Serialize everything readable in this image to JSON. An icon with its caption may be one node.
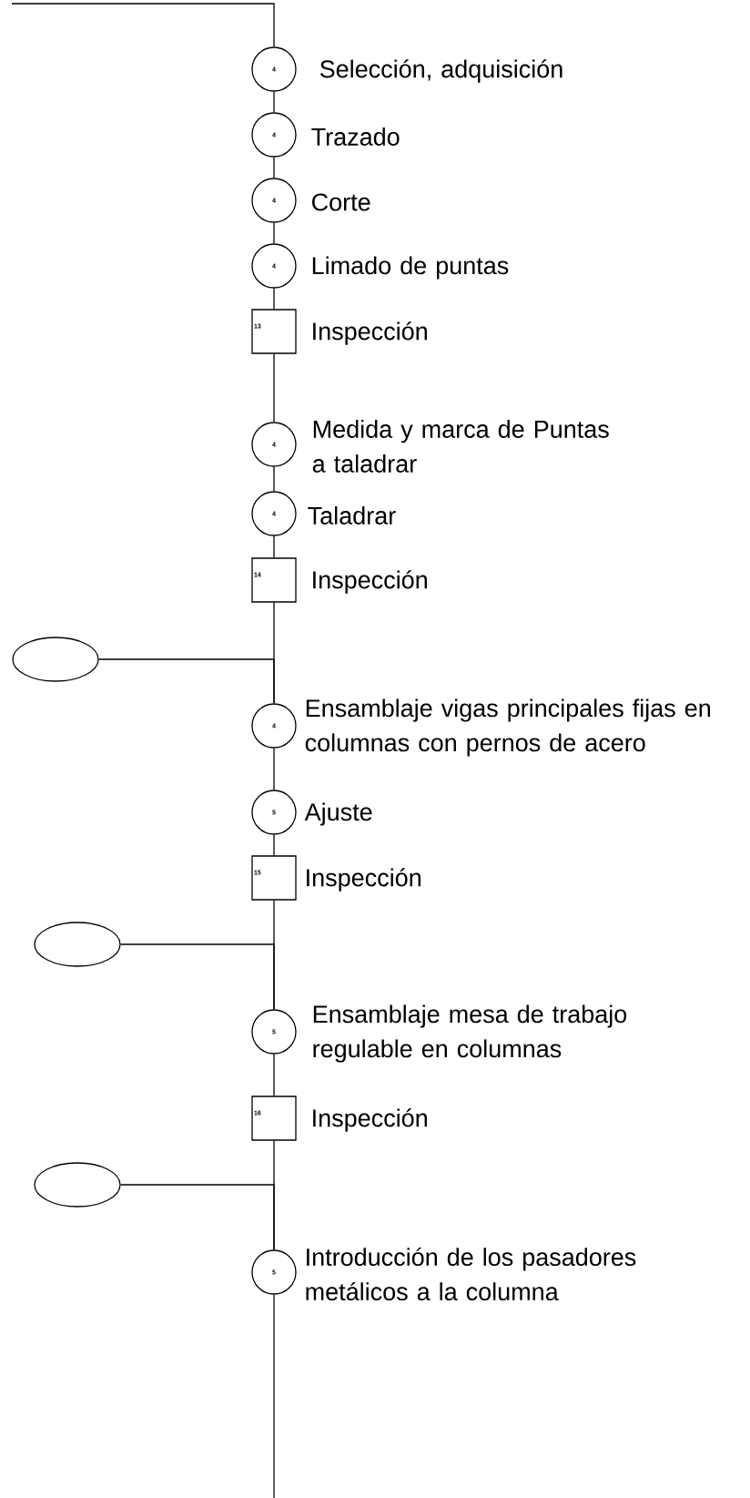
{
  "diagram": {
    "nodes": [
      {
        "text": [
          "4"
        ],
        "beside": [
          "Selección, adquisición"
        ]
      },
      {
        "text": [
          "4"
        ],
        "beside": [
          "Trazado"
        ]
      },
      {
        "text": [
          "4"
        ],
        "beside": [
          "Corte"
        ]
      },
      {
        "text": [
          "4"
        ],
        "beside": [
          "Limado de puntas"
        ]
      },
      {
        "text": [
          "13"
        ],
        "beside": [
          "Inspección"
        ]
      },
      {
        "text": [
          "4"
        ],
        "beside": [
          "Medida y marca de Puntas a taladrar"
        ]
      },
      {
        "text": [
          "4"
        ],
        "beside": [
          "Taladrar"
        ]
      },
      {
        "text": [
          "14"
        ],
        "beside": [
          "Inspección"
        ]
      },
      {
        "text": [],
        "shape": "ellipse"
      },
      {
        "text": [
          "4"
        ],
        "beside": [
          "Ensamblaje vigas principales fijas en columnas con pernos de acero"
        ]
      },
      {
        "text": [
          "5"
        ],
        "beside": [
          "Ajuste"
        ]
      },
      {
        "text": [
          "15"
        ],
        "beside": [
          "Inspección"
        ]
      },
      {
        "text": [],
        "shape": "ellipse"
      },
      {
        "text": [
          "5"
        ],
        "beside": [
          "Ensamblaje mesa de trabajo regulable en columnas"
        ]
      },
      {
        "text": [
          "16"
        ],
        "beside": [
          "Inspección"
        ]
      },
      {
        "text": [],
        "shape": "ellipse"
      },
      {
        "text": [
          "5"
        ],
        "beside": [
          "Introducción de los pasadores metálicos a la columna"
        ]
      }
    ],
    "edges": [
      {
        "from": null,
        "to": 0,
        "arrow": "none"
      },
      {
        "from": 0,
        "to": 1,
        "arrow": "none"
      },
      {
        "from": 1,
        "to": 2,
        "arrow": "none"
      },
      {
        "from": 2,
        "to": 3,
        "arrow": "none"
      },
      {
        "from": 3,
        "to": 4,
        "arrow": "none"
      },
      {
        "from": 4,
        "to": 5,
        "arrow": "none"
      },
      {
        "from": 5,
        "to": 6,
        "arrow": "none"
      },
      {
        "from": 6,
        "to": 7,
        "arrow": "none"
      },
      {
        "from": 7,
        "to": 9,
        "arrow": "none"
      },
      {
        "from": 8,
        "to": 9,
        "arrow": "none"
      },
      {
        "from": 9,
        "to": 10,
        "arrow": "none"
      },
      {
        "from": 10,
        "to": 11,
        "arrow": "none"
      },
      {
        "from": 11,
        "to": 13,
        "arrow": "none"
      },
      {
        "from": 12,
        "to": 13,
        "arrow": "none"
      },
      {
        "from": 13,
        "to": 14,
        "arrow": "none"
      },
      {
        "from": 14,
        "to": 16,
        "arrow": "none"
      },
      {
        "from": 15,
        "to": 16,
        "arrow": "none"
      },
      {
        "from": 16,
        "to": null,
        "arrow": "none"
      }
    ]
  }
}
